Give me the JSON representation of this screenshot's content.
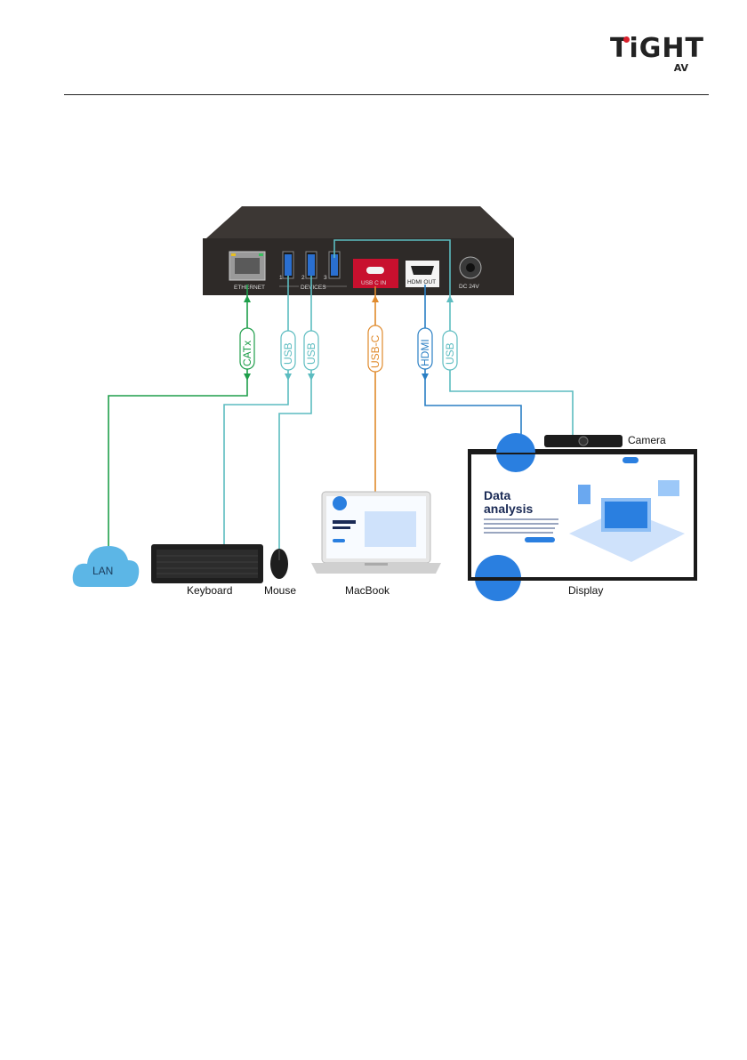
{
  "brand": {
    "logo_text": "TiGHT",
    "logo_sub": "AV"
  },
  "device": {
    "ports": {
      "ethernet": "ETHERNET",
      "devices_group": "DEVICES",
      "usb1": "1",
      "usb2": "2",
      "usb3": "3",
      "usbc_in": "USB C IN",
      "hdmi_out": "HDMI OUT",
      "dc": "DC 24V"
    }
  },
  "cables": {
    "catx": "CATx",
    "usb_keyboard": "USB",
    "usb_mouse": "USB",
    "usbc": "USB-C",
    "hdmi": "HDMI",
    "usb_camera": "USB"
  },
  "endpoints": {
    "lan": "LAN",
    "keyboard": "Keyboard",
    "mouse": "Mouse",
    "macbook": "MacBook",
    "display": "Display",
    "camera": "Camera"
  },
  "screen_content": {
    "headline_line1": "Data",
    "headline_line2": "analysis"
  },
  "colors": {
    "green": "#1e9e4a",
    "teal": "#5cbcc0",
    "orange": "#e08a2c",
    "blue": "#2a7fc4",
    "device_body": "#2e2a28",
    "usbc_red": "#c8102e"
  }
}
